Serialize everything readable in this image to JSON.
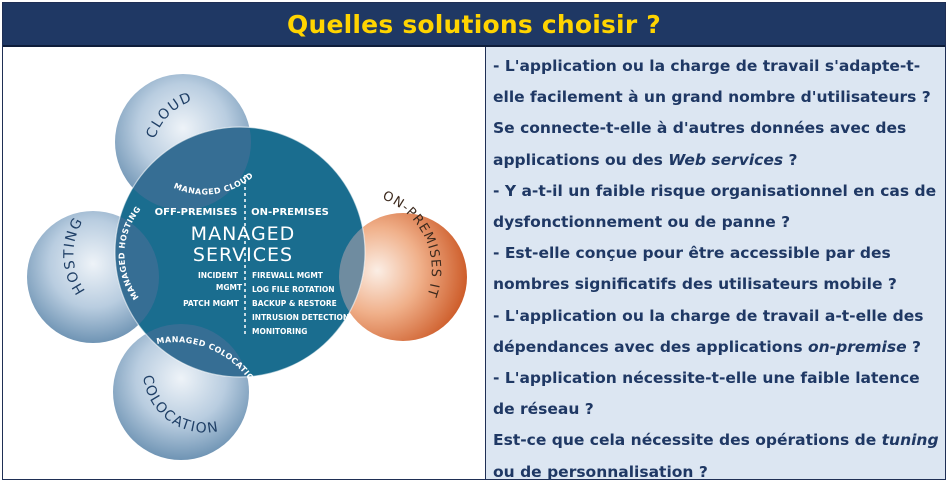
{
  "title": "Quelles solutions choisir ?",
  "diagram": {
    "center": {
      "line1": "MANAGED",
      "line2": "SERVICES",
      "off_premises": "OFF-PREMISES",
      "on_premises": "ON-PREMISES",
      "left_items": [
        "INCIDENT",
        "MGMT",
        "PATCH MGMT"
      ],
      "right_items": [
        "FIREWALL MGMT",
        "LOG FILE ROTATION",
        "BACKUP & RESTORE",
        "INTRUSION DETECTION",
        "MONITORING"
      ]
    },
    "cloud": "CLOUD",
    "managed_cloud": "MANAGED CLOUD",
    "hosting": "HOSTING",
    "managed_hosting": "MANAGED HOSTING",
    "colocation": "COLOCATION",
    "managed_colocation": "MANAGED COLOCATION",
    "on_premises_it": "ON-PREMISES IT",
    "colors": {
      "center": "#1a6d8f",
      "satellite": "#6f94b4",
      "orange": "#d5602a",
      "overlap": "#2f5f83"
    }
  },
  "lines": [
    {
      "parts": [
        "- L'application ou la charge de travail s'adapte-t-"
      ]
    },
    {
      "parts": [
        "elle facilement à un grand nombre d'utilisateurs ?"
      ]
    },
    {
      "parts": [
        "Se connecte-t-elle à d'autres données avec des"
      ]
    },
    {
      "parts": [
        "applications ou des ",
        "Web services",
        " ?"
      ]
    },
    {
      "parts": [
        "- Y a-t-il un faible risque organisationnel en cas de"
      ]
    },
    {
      "parts": [
        "dysfonctionnement ou de panne ?"
      ]
    },
    {
      "parts": [
        "- Est-elle conçue pour être accessible par des"
      ]
    },
    {
      "parts": [
        "nombres significatifs des utilisateurs mobile ?"
      ]
    },
    {
      "parts": [
        "- L'application ou la charge de travail a-t-elle des"
      ]
    },
    {
      "parts": [
        "dépendances avec des applications ",
        "on-premise",
        " ?"
      ]
    },
    {
      "parts": [
        "- L'application nécessite-t-elle une faible latence"
      ]
    },
    {
      "parts": [
        "de réseau ?"
      ]
    },
    {
      "parts": [
        "Est-ce que cela nécessite des opérations de ",
        "tuning"
      ]
    },
    {
      "parts": [
        "ou de personnalisation ?"
      ]
    }
  ]
}
